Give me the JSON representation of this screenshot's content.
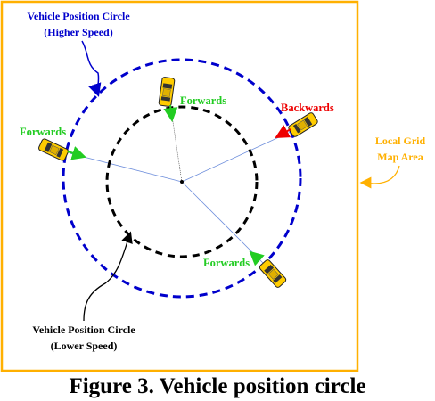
{
  "labels": {
    "outer_circle_title": [
      "Vehicle Position Circle",
      "(Higher Speed)"
    ],
    "inner_circle_title": [
      "Vehicle Position Circle",
      "(Lower Speed)"
    ],
    "grid_area_title": [
      "Local Grid",
      "Map Area"
    ],
    "vehicles": [
      {
        "direction": "Forwards"
      },
      {
        "direction": "Forwards"
      },
      {
        "direction": "Backwards"
      },
      {
        "direction": "Forwards"
      }
    ]
  },
  "caption": "Figure 3. Vehicle position circle",
  "colors": {
    "outer_circle": "#0000cc",
    "inner_circle": "#000000",
    "grid_border": "#ffb000",
    "forwards": "#22cc22",
    "backwards": "#ee0000",
    "car_body": "#ffcc00",
    "radius_line": "#6f8fdc"
  }
}
